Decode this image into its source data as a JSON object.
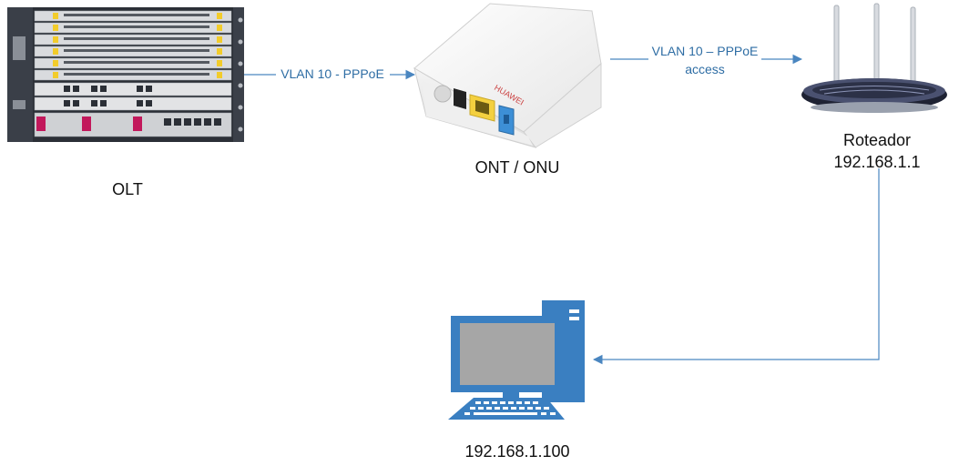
{
  "devices": {
    "olt": {
      "label": "OLT"
    },
    "ont": {
      "label": "ONT / ONU",
      "brand": "HUAWEI"
    },
    "router": {
      "label": "Roteador",
      "ip": "192.168.1.1"
    },
    "pc": {
      "ip": "192.168.1.100"
    }
  },
  "links": {
    "olt_to_ont": {
      "label": "VLAN 10 - PPPoE"
    },
    "ont_to_router": {
      "label_line1": "VLAN 10 – PPPoE",
      "label_line2": "access"
    }
  },
  "colors": {
    "link": "#4a86c0",
    "pc_blue": "#3a7fc1",
    "screen_gray": "#a6a6a6"
  }
}
